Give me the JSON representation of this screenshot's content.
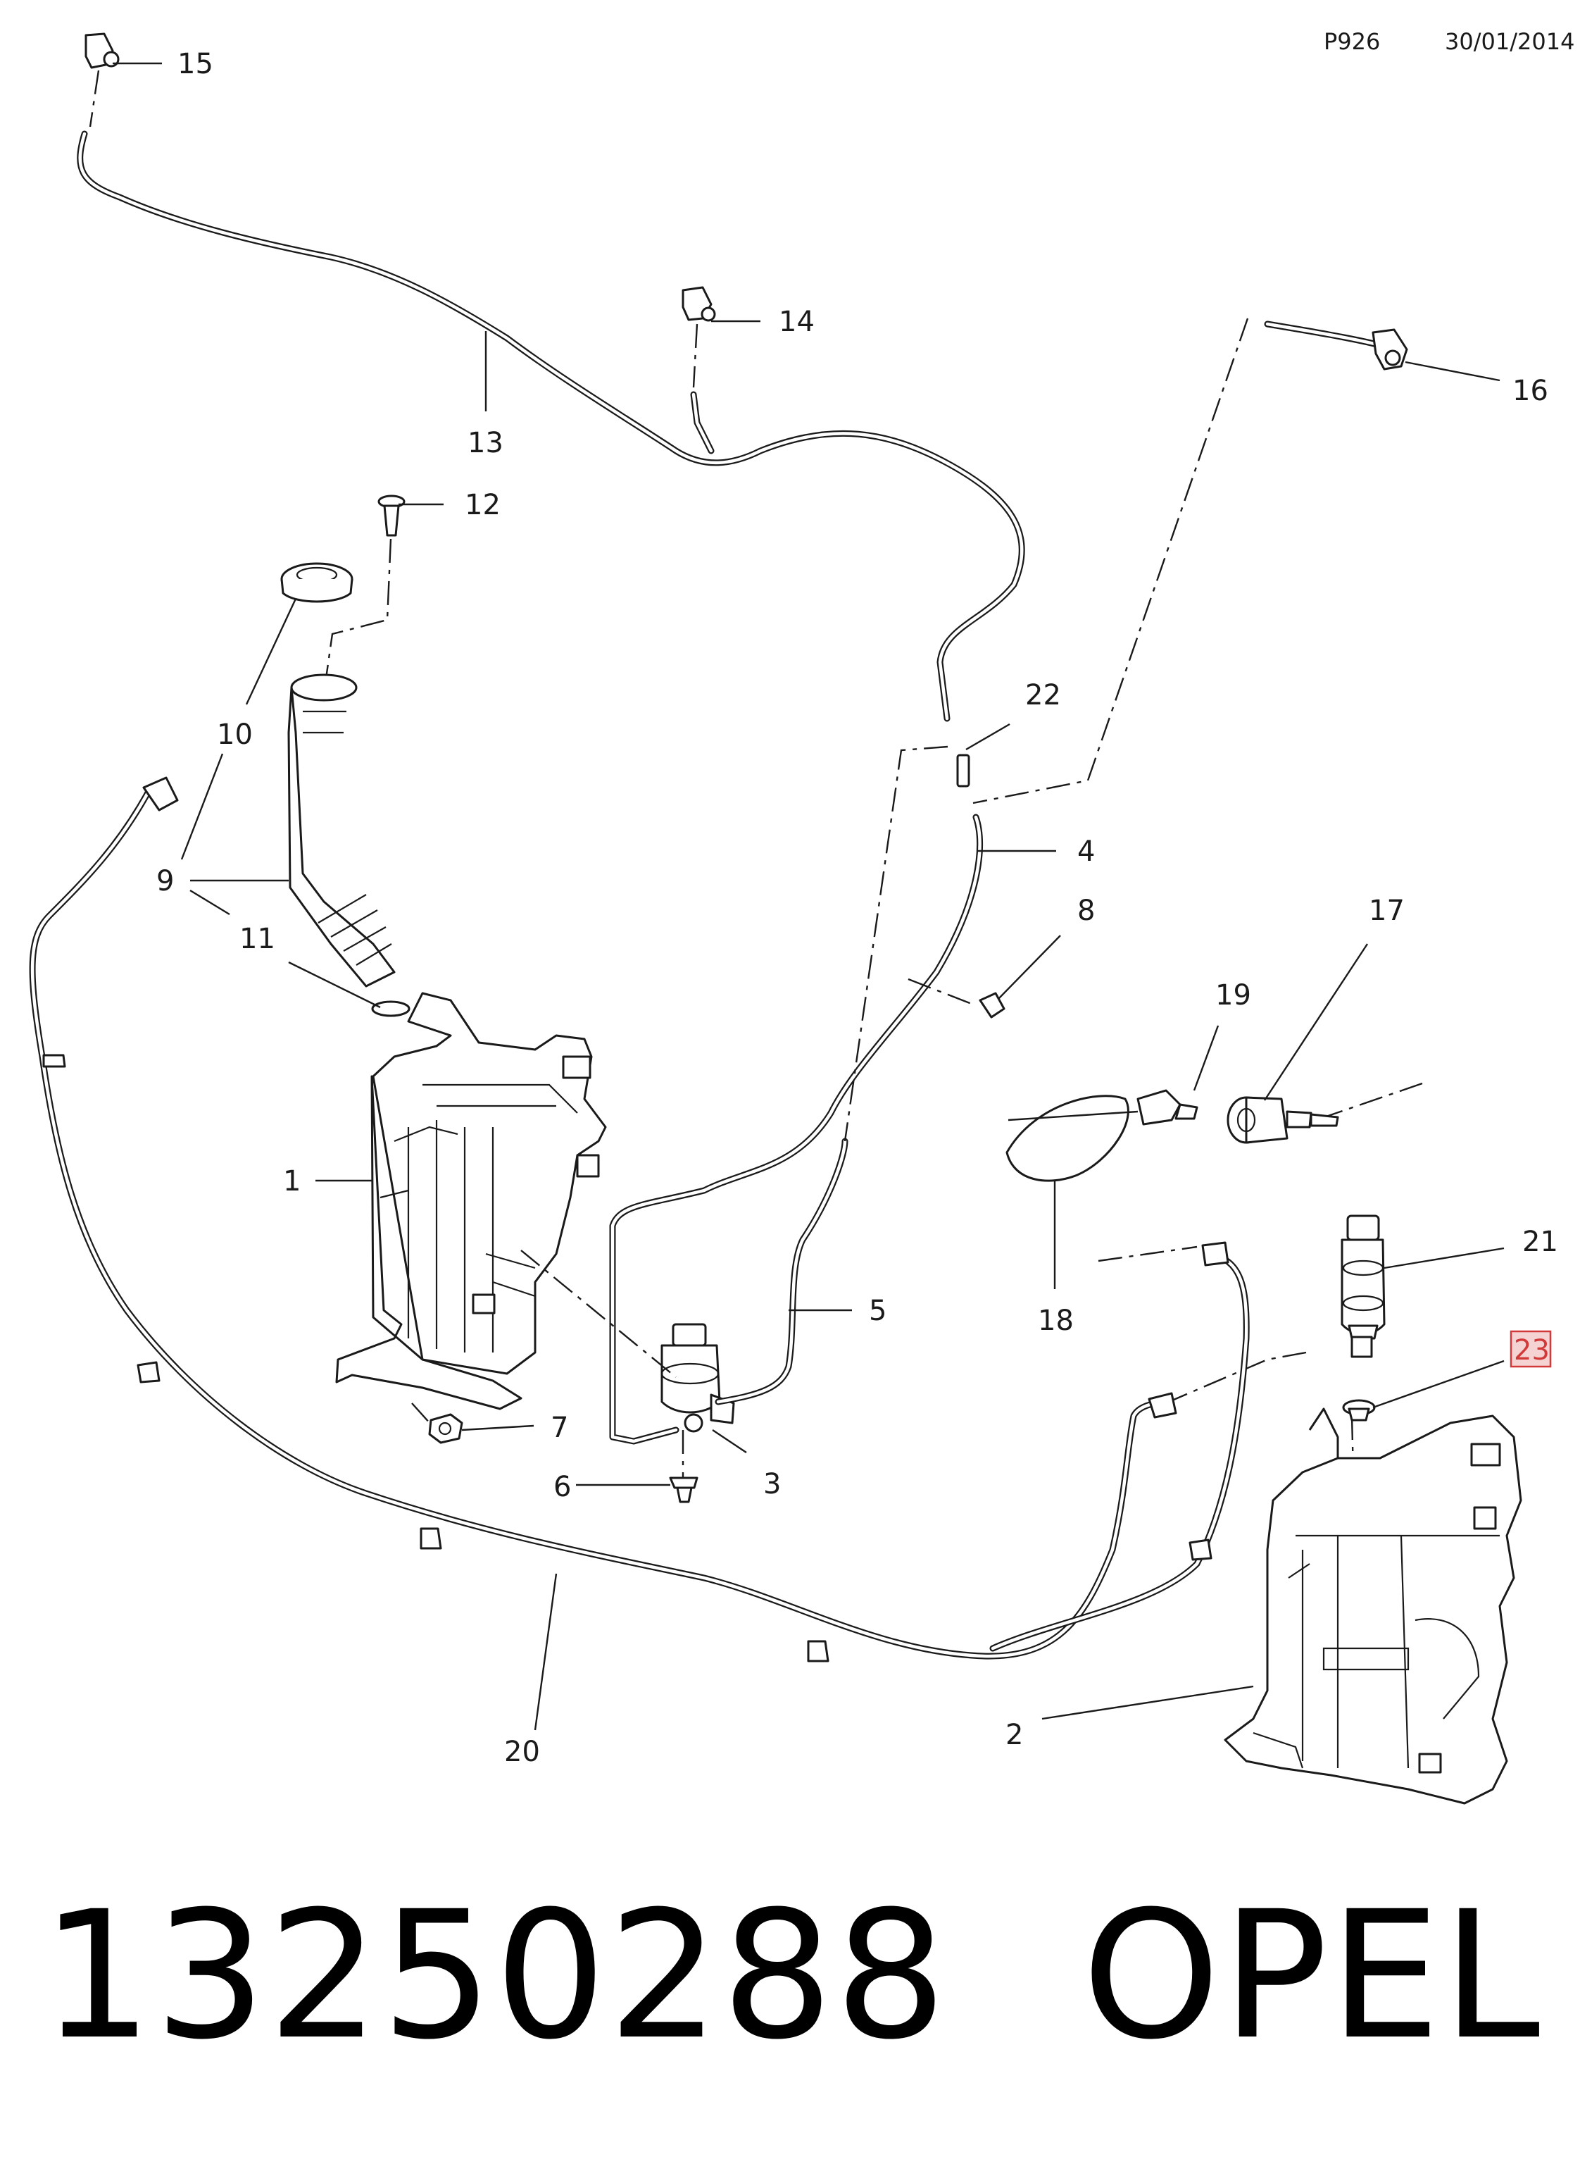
{
  "header": {
    "code": "P926",
    "date": "30/01/2014"
  },
  "callouts": {
    "c1": "1",
    "c2": "2",
    "c3": "3",
    "c4": "4",
    "c5": "5",
    "c6": "6",
    "c7": "7",
    "c8": "8",
    "c9": "9",
    "c10": "10",
    "c11": "11",
    "c12": "12",
    "c13": "13",
    "c14": "14",
    "c15": "15",
    "c16": "16",
    "c17": "17",
    "c18": "18",
    "c19": "19",
    "c20": "20",
    "c21": "21",
    "c22": "22",
    "c23": "23"
  },
  "highlighted_callout": "23",
  "colors": {
    "line": "#1a1a1a",
    "highlight_fill": "#f6d3d3",
    "highlight_border": "#d23a3a",
    "background": "#ffffff"
  },
  "footer": {
    "part_number": "13250288",
    "brand": "OPEL"
  }
}
